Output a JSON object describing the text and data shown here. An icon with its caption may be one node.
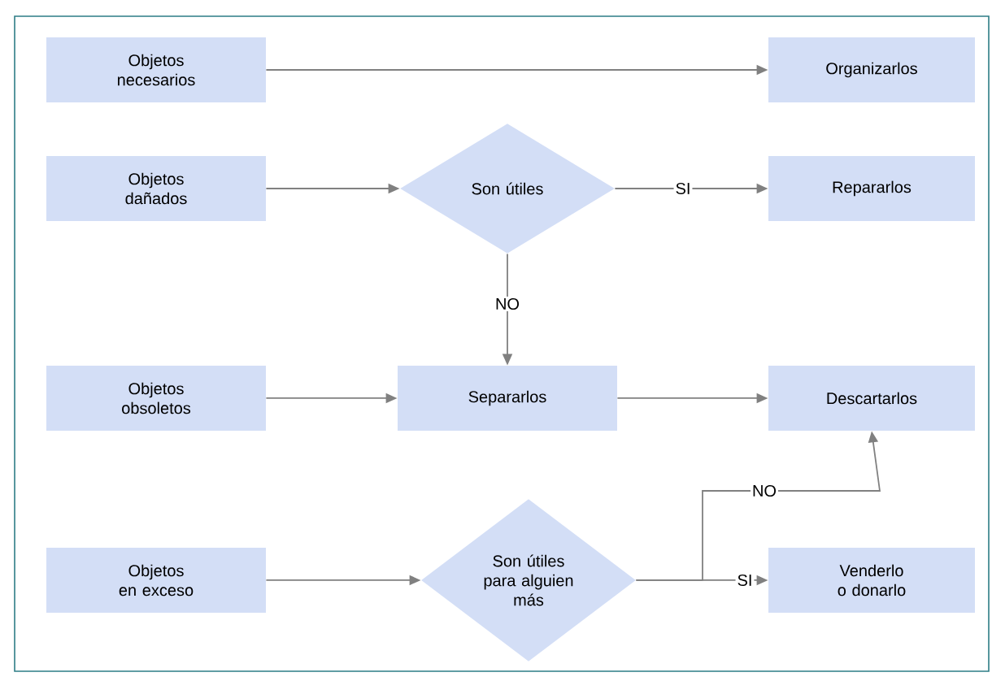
{
  "diagram": {
    "nodes": [
      {
        "text": [
          "Objetos necesarios"
        ]
      },
      {
        "text": [
          "Organizarlos"
        ]
      },
      {
        "text": [
          "Objetos dañados"
        ]
      },
      {
        "text": [
          "Son útiles"
        ]
      },
      {
        "text": [
          "Repararlos"
        ]
      },
      {
        "text": [
          "Objetos obsoletos"
        ]
      },
      {
        "text": [
          "Separarlos"
        ]
      },
      {
        "text": [
          "Descartarlos"
        ]
      },
      {
        "text": [
          "Objetos en exceso"
        ]
      },
      {
        "text": [
          "Son útiles para alguien más"
        ]
      },
      {
        "text": [
          "Venderlo o donarlo"
        ]
      }
    ],
    "edges": [
      {
        "from": 0,
        "to": 1,
        "arrow": "to"
      },
      {
        "from": 2,
        "to": 3,
        "arrow": "to"
      },
      {
        "from": 3,
        "to": 4,
        "arrow": "to",
        "label": "SI"
      },
      {
        "from": 3,
        "to": 6,
        "arrow": "to",
        "label": "NO"
      },
      {
        "from": 5,
        "to": 6,
        "arrow": "to"
      },
      {
        "from": 6,
        "to": 7,
        "arrow": "to"
      },
      {
        "from": 8,
        "to": 9,
        "arrow": "to"
      },
      {
        "from": 9,
        "to": 7,
        "arrow": "to",
        "label": "NO"
      },
      {
        "from": 9,
        "to": 10,
        "arrow": "to",
        "label": "SI"
      }
    ]
  }
}
